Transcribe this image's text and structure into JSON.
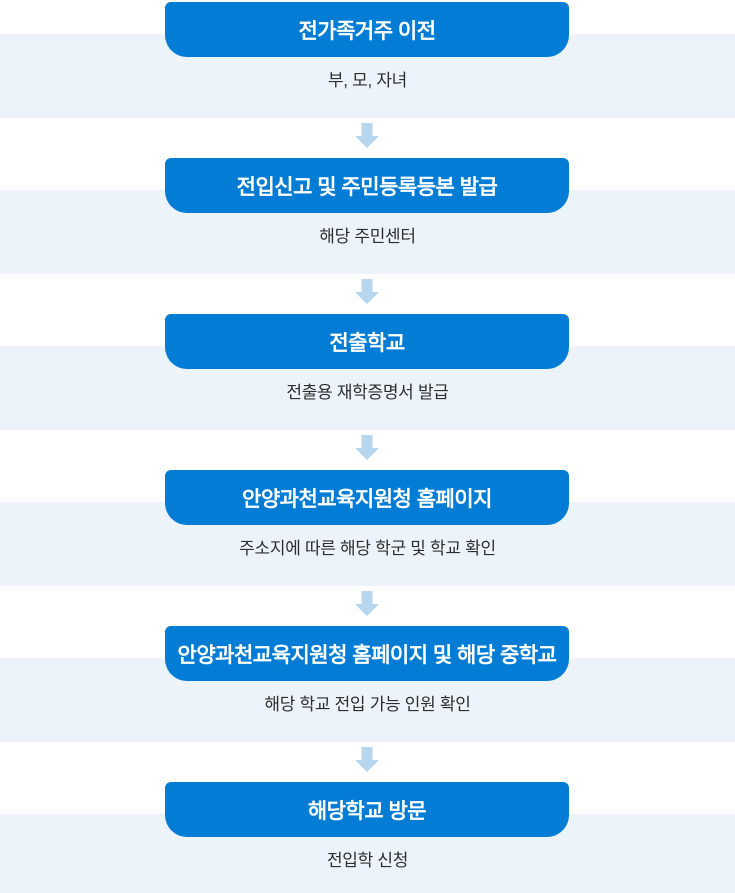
{
  "palette": {
    "header_bg": "#037cd6",
    "header_text": "#ffffff",
    "band_bg": "#edf3fb",
    "arrow_color": "#b5d6ee",
    "desc_text": "#2e2e2e",
    "page_bg": "#ffffff"
  },
  "icons": {
    "step_connector": "down-arrow-icon"
  },
  "flow": {
    "steps": [
      {
        "title": "전가족거주 이전",
        "description": "부, 모, 자녀"
      },
      {
        "title": "전입신고 및 주민등록등본 발급",
        "description": "해당 주민센터"
      },
      {
        "title": "전출학교",
        "description": "전출용 재학증명서 발급"
      },
      {
        "title": "안양과천교육지원청 홈페이지",
        "description": "주소지에 따른 해당 학군 및 학교 확인"
      },
      {
        "title": "안양과천교육지원청 홈페이지 및 해당 중학교",
        "description": "해당 학교 전입 가능 인원 확인"
      },
      {
        "title": "해당학교 방문",
        "description": "전입학 신청"
      }
    ]
  }
}
